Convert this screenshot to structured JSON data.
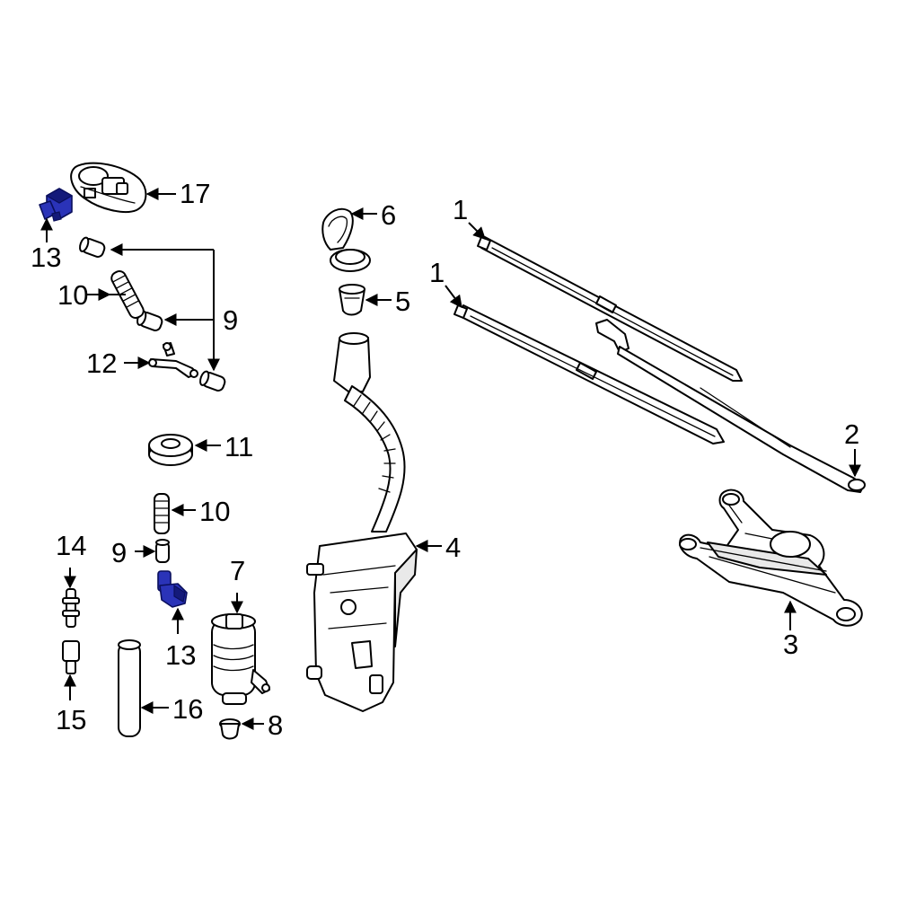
{
  "colors": {
    "highlight": "#2a33b8",
    "highlight_dark": "#141a7a",
    "line": "#000000",
    "background": "#ffffff"
  },
  "callouts": {
    "c1a": "1",
    "c1b": "1",
    "c2": "2",
    "c3": "3",
    "c4": "4",
    "c5": "5",
    "c6": "6",
    "c7": "7",
    "c8": "8",
    "c9a": "9",
    "c9b": "9",
    "c10a": "10",
    "c10b": "10",
    "c11": "11",
    "c12": "12",
    "c13a": "13",
    "c13b": "13",
    "c14": "14",
    "c15": "15",
    "c16": "16",
    "c17": "17"
  }
}
